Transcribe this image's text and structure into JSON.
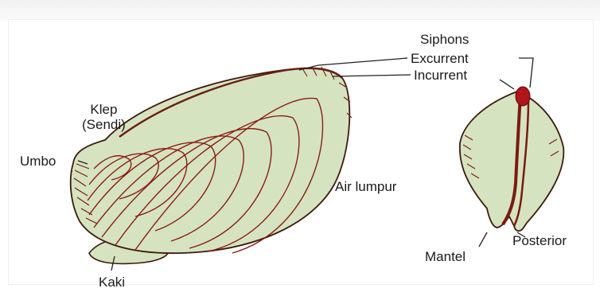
{
  "labels": {
    "siphons": "Siphons",
    "excurrent": "Excurrent",
    "incurrent": "Incurrent",
    "klep": "Klep",
    "sendi": "(Sendi)",
    "umbo": "Umbo",
    "air_lumpur": "Air lumpur",
    "kaki": "Kaki",
    "mantel": "Mantel",
    "posterior": "Posterior"
  },
  "colors": {
    "shell_fill": "#d5e3c0",
    "outline": "#3d1a0e",
    "growth_lines": "#8b1d12",
    "siphon_tip": "#b0151b",
    "leader_lines": "#222222"
  }
}
